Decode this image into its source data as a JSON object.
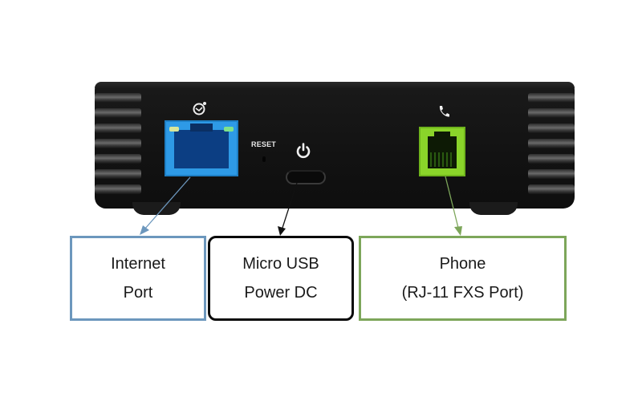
{
  "diagram": {
    "subject": "device rear panel",
    "ports": {
      "internet": {
        "icon": "globe-icon",
        "color": "#2e9ae6"
      },
      "reset": {
        "label": "RESET"
      },
      "power": {
        "icon": "power-icon"
      },
      "phone": {
        "icon": "phone-icon",
        "color": "#8ad42a"
      }
    },
    "callouts": [
      {
        "id": "internet",
        "line1": "Internet",
        "line2": "Port",
        "border_color": "#6c97bd",
        "arrow_color": "#6c97bd"
      },
      {
        "id": "usb",
        "line1": "Micro USB",
        "line2": "Power DC",
        "border_color": "#0a0a0a",
        "arrow_color": "#0a0a0a"
      },
      {
        "id": "phone",
        "line1": "Phone",
        "line2": "(RJ-11 FXS Port)",
        "border_color": "#7da65a",
        "arrow_color": "#7da65a"
      }
    ]
  }
}
